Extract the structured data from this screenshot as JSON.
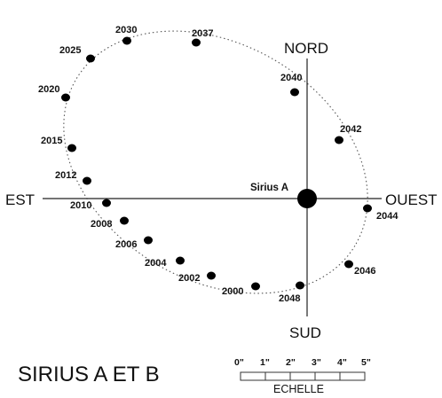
{
  "title": "SIRIUS A ET B",
  "directions": {
    "north": "NORD",
    "south": "SUD",
    "east": "EST",
    "west": "OUEST"
  },
  "primary": {
    "label": "Sirius A"
  },
  "orbit_points": [
    {
      "year": "2030"
    },
    {
      "year": "2037"
    },
    {
      "year": "2025"
    },
    {
      "year": "2020"
    },
    {
      "year": "2015"
    },
    {
      "year": "2012"
    },
    {
      "year": "2010"
    },
    {
      "year": "2008"
    },
    {
      "year": "2006"
    },
    {
      "year": "2004"
    },
    {
      "year": "2002"
    },
    {
      "year": "2000"
    },
    {
      "year": "2048"
    },
    {
      "year": "2046"
    },
    {
      "year": "2044"
    },
    {
      "year": "2042"
    },
    {
      "year": "2040"
    }
  ],
  "scale": {
    "caption": "ECHELLE",
    "ticks": [
      "0\"",
      "1\"",
      "2\"",
      "3\"",
      "4\"",
      "5\""
    ]
  }
}
